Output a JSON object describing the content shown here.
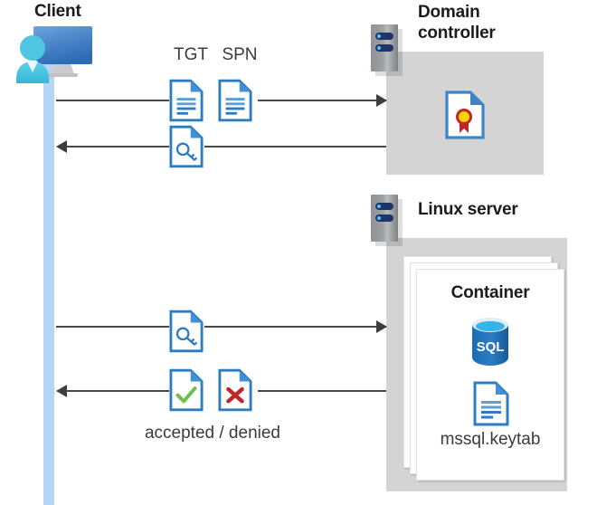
{
  "diagram": {
    "title": "Kerberos authentication flow between a client, a domain controller and a SQL Server container on Linux",
    "type": "sequence-flow-diagram"
  },
  "actors": {
    "client": {
      "label": "Client",
      "icon": "user-monitor-icon"
    },
    "domain_controller": {
      "label": "Domain\ncontroller",
      "rack_icon": "server-rack-icon",
      "contents": [
        {
          "icon": "certificate-document-icon",
          "label": ""
        }
      ]
    },
    "linux_server": {
      "label": "Linux server",
      "rack_icon": "server-rack-icon",
      "container": {
        "title": "Container",
        "items": [
          {
            "icon": "sql-database-icon",
            "label": "SQL"
          },
          {
            "icon": "document-lines-icon",
            "label": "mssql.keytab"
          }
        ]
      }
    }
  },
  "messages": [
    {
      "id": "request-tgt-spn",
      "direction": "right",
      "from": "client",
      "to": "domain_controller",
      "tokens": [
        {
          "label": "TGT",
          "icon": "document-lines-icon"
        },
        {
          "label": "SPN",
          "icon": "document-lines-icon"
        }
      ]
    },
    {
      "id": "receive-service-ticket",
      "direction": "left",
      "from": "domain_controller",
      "to": "client",
      "tokens": [
        {
          "label": "",
          "icon": "document-key-icon"
        }
      ]
    },
    {
      "id": "present-service-ticket",
      "direction": "right",
      "from": "client",
      "to": "linux_server",
      "tokens": [
        {
          "label": "",
          "icon": "document-key-icon"
        }
      ]
    },
    {
      "id": "auth-result",
      "direction": "left",
      "from": "linux_server",
      "to": "client",
      "caption": "accepted / denied",
      "tokens": [
        {
          "label": "",
          "icon": "document-check-icon"
        },
        {
          "label": "",
          "icon": "document-cross-icon"
        }
      ]
    }
  ],
  "colors": {
    "zone_gray": "#d4d4d4",
    "lifeline_blue": "#b4d6f5",
    "doc_blue": "#2c7cc4",
    "doc_fold_blue": "#3f8fd9",
    "accent_sql_blue": "#1f6fb7",
    "check_green": "#6fbf4f",
    "cross_red": "#c0252b",
    "rack_gray": "#8f9295",
    "rack_bar_navy": "#1f3468",
    "rack_dot_cyan": "#4fc3f7",
    "line_dark": "#4a4a4a",
    "text_dark": "#1b1b1b",
    "text_body": "#3b3b3b",
    "certificate_gold": "#ffd400",
    "certificate_red": "#c0252b",
    "monitor_blue": "#3d78c0",
    "person_cyan": "#4ec3e0"
  }
}
